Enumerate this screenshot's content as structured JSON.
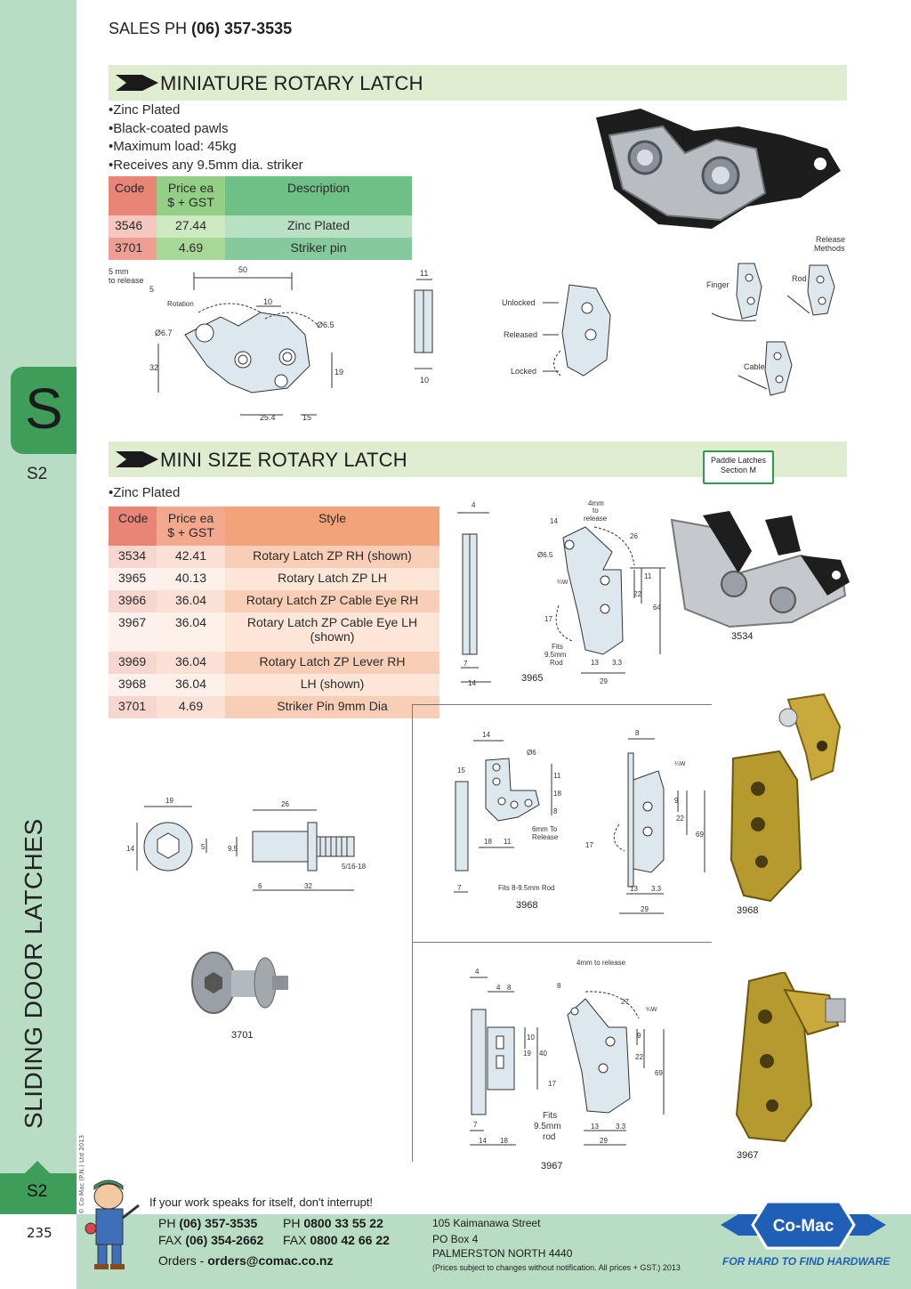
{
  "header": {
    "sales_prefix": "SALES  PH ",
    "sales_phone": "(06) 357-3535"
  },
  "sidebar": {
    "tab_letter": "S",
    "tab_code": "S2",
    "vertical_title": "SLIDING DOOR LATCHES",
    "bottom_code": "S2",
    "page_number": "235",
    "copyright": "© Co-Mac (P.N.) Ltd 2013"
  },
  "section1": {
    "title": "MINIATURE ROTARY LATCH",
    "bullets": [
      "Zinc Plated",
      "Black-coated pawls",
      "Maximum load: 45kg",
      "Receives any 9.5mm dia. striker"
    ],
    "table": {
      "headers": {
        "code": "Code",
        "price_line1": "Price ea",
        "price_line2": "$ + GST",
        "desc": "Description"
      },
      "rows": [
        {
          "code": "3546",
          "price": "27.44",
          "desc": "Zinc Plated"
        },
        {
          "code": "3701",
          "price": "4.69",
          "desc": "Striker pin"
        }
      ]
    },
    "drawing_labels": {
      "to_release_1": "5 mm",
      "to_release_2": "to release",
      "d50": "50",
      "d5": "5",
      "rotation": "Rotation",
      "d10": "10",
      "d67": "Ø6.7",
      "d65": "Ø6.5",
      "d32": "32",
      "d19": "19",
      "d254": "25.4",
      "d15": "15",
      "d11": "11",
      "d10b": "10",
      "unlocked": "Unlocked",
      "released": "Released",
      "locked": "Locked",
      "release_methods_1": "Release",
      "release_methods_2": "Methods",
      "finger": "Finger",
      "rod": "Rod",
      "cable": "Cable"
    }
  },
  "section2": {
    "title": "MINI SIZE ROTARY LATCH",
    "bullets": [
      "Zinc Plated"
    ],
    "badge": {
      "line1": "Paddle Latches",
      "line2": "Section M"
    },
    "table": {
      "headers": {
        "code": "Code",
        "price_line1": "Price ea",
        "price_line2": "$ + GST",
        "style": "Style"
      },
      "rows": [
        {
          "code": "3534",
          "price": "42.41",
          "style": "Rotary Latch ZP RH (shown)"
        },
        {
          "code": "3965",
          "price": "40.13",
          "style": "Rotary Latch ZP LH"
        },
        {
          "code": "3966",
          "price": "36.04",
          "style": "Rotary Latch ZP Cable Eye RH"
        },
        {
          "code": "3967",
          "price": "36.04",
          "style": "Rotary Latch ZP Cable Eye LH (shown)"
        },
        {
          "code": "3969",
          "price": "36.04",
          "style": "Rotary Latch ZP Lever RH"
        },
        {
          "code": "3968",
          "price": "36.04",
          "style": "LH (shown)"
        },
        {
          "code": "3701",
          "price": "4.69",
          "style": "Striker Pin 9mm Dia"
        }
      ]
    },
    "image_labels": {
      "img_3534": "3534",
      "img_3965": "3965",
      "img_3968_draw": "3968",
      "img_3968_photo": "3968",
      "img_3967_draw": "3967",
      "img_3967_photo": "3967",
      "img_3701": "3701"
    },
    "drawing_labels": {
      "d4": "4",
      "d7": "7",
      "d14": "14",
      "mm_release_1": "4mm",
      "mm_release_2": "to",
      "mm_release_3": "release",
      "d14b": "14",
      "d26": "26",
      "d65": "Ø6.5",
      "quarter_w": "¼W",
      "d11": "11",
      "d22": "22",
      "d64": "64",
      "d17": "17",
      "fits_1": "Fits",
      "fits_2": "9.5mm",
      "fits_3": "Rod",
      "d13": "13",
      "d33": "3.3",
      "d29": "29",
      "s19": "19",
      "s26": "26",
      "s14": "14",
      "s5": "5",
      "s95": "9.5",
      "s516": "5/16-18",
      "s6": "6",
      "s32": "32",
      "e14": "14",
      "e6": "Ø6",
      "e15": "15",
      "e11": "11",
      "e18": "18",
      "e8": "8",
      "e6mm_1": "6mm To",
      "e6mm_2": "Release",
      "e18b": "18",
      "e11b": "11",
      "e7": "7",
      "e_fits": "Fits 8-9.5mm Rod",
      "f8": "8",
      "f14w": "¼W",
      "f9": "9",
      "f22": "22",
      "f69": "69",
      "f17": "17",
      "f13": "13",
      "f33": "3.3",
      "f29": "29",
      "g4mm": "4mm to release",
      "g4": "4",
      "g4b": "4",
      "g8": "8",
      "g8b": "8",
      "g27": "27",
      "g14w": "¼W",
      "g10": "10",
      "g19": "19",
      "g40": "40",
      "g9": "9",
      "g22": "22",
      "g69": "69",
      "g17": "17",
      "g7": "7",
      "g14": "14",
      "g18": "18",
      "g_fits1": "Fits",
      "g_fits2": "9.5mm",
      "g_fits3": "rod",
      "g13": "13",
      "g33": "3.3",
      "g29": "29"
    }
  },
  "footer": {
    "slogan": "If your work speaks for itself, don't interrupt!",
    "ph_label": "PH",
    "ph": "(06) 357-3535",
    "ph2_label": "PH",
    "ph2": "0800 33 55 22",
    "fax_label": "FAX",
    "fax": "(06) 354-2662",
    "fax2_label": "FAX",
    "fax2": "0800 42 66 22",
    "orders_label": "Orders - ",
    "orders_email": "orders@comac.co.nz",
    "address_1": "105 Kaimanawa Street",
    "address_2": "PO Box 4",
    "address_3": "PALMERSTON NORTH 4440",
    "footnote": "(Prices subject to changes without notification.  All prices + GST.)  2013",
    "logo_text": "Co-Mac",
    "tagline": "FOR HARD TO FIND HARDWARE"
  },
  "colors": {
    "green_accent": "#3e9d58",
    "sidebar": "#b8ddc4",
    "section_bar": "#dfecd0",
    "logo_blue": "#1f5fb6"
  }
}
